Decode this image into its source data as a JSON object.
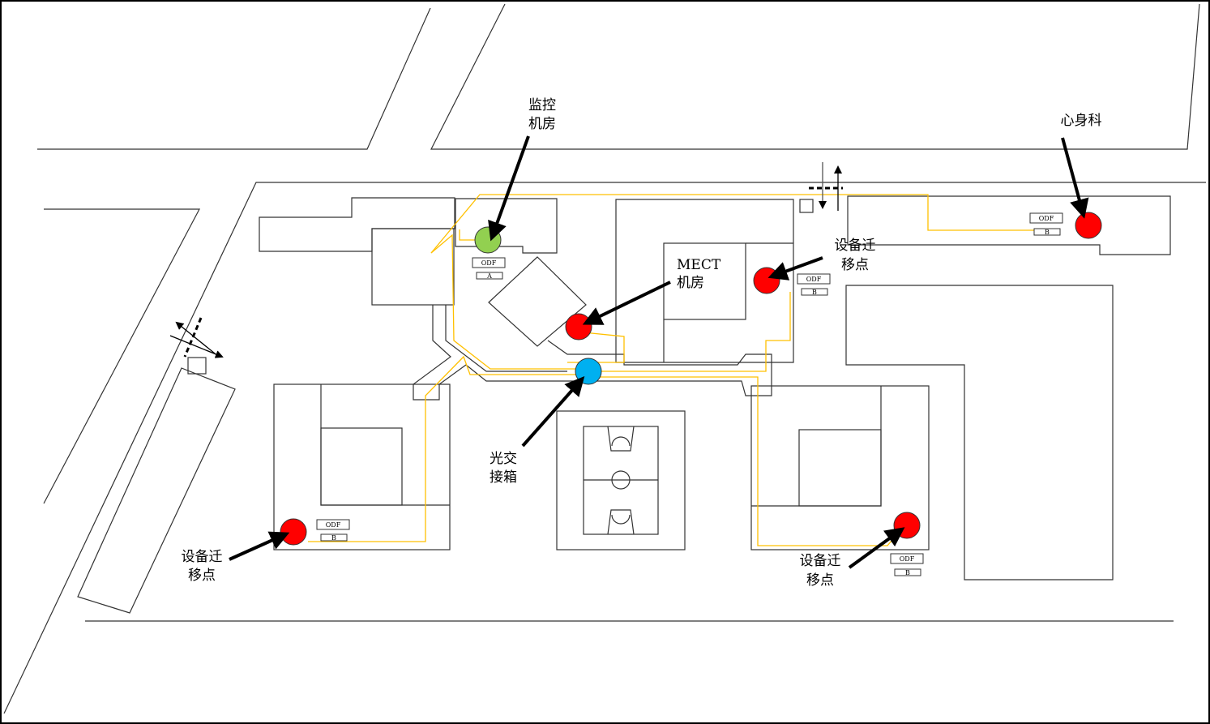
{
  "labels": {
    "monitor_room": [
      "监控",
      "机房"
    ],
    "psych_dept": "心身科",
    "mect_room": [
      "MECT",
      "机房"
    ],
    "relocation_top": [
      "设备迁",
      "移点"
    ],
    "relocation_left": [
      "设备迁",
      "移点"
    ],
    "relocation_right": [
      "设备迁",
      "移点"
    ],
    "splice_box": [
      "光交",
      "接箱"
    ]
  },
  "odf": {
    "label": "ODF",
    "monitor": "A",
    "psych": "B",
    "top": "B",
    "left": "B",
    "right": "B"
  },
  "colors": {
    "relocation_point": "#FF0000",
    "monitor_room": "#92D050",
    "splice_box": "#00B0F0",
    "fiber_route": "#FFC000"
  },
  "icons": [
    "bidirectional-arrow-icon",
    "pointer-arrow-icon"
  ]
}
